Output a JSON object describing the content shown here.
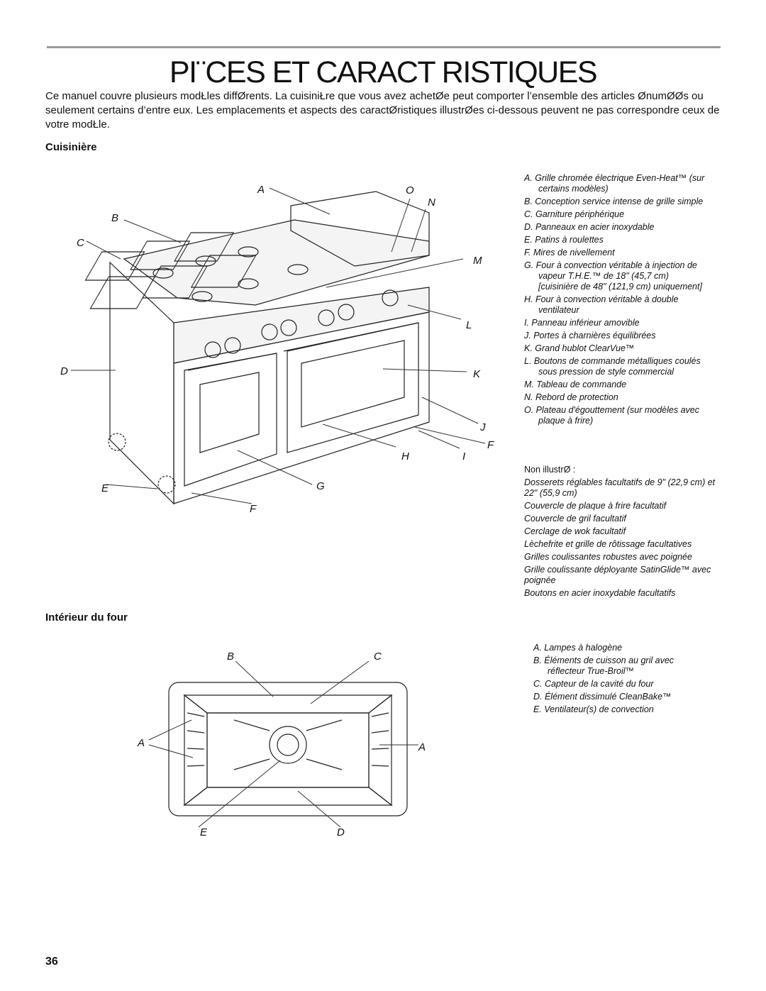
{
  "page": {
    "title": "PI¨CES ET CARACT RISTIQUES",
    "intro": "Ce manuel couvre plusieurs modŁles diffØrents. La cuisiniŁre que vous avez achetØe peut comporter l’ensemble des articles ØnumØØs ou seulement certains d’entre eux. Les emplacements et aspects  des caractØristiques illustrØes ci-dessous peuvent ne pas correspondre   ceux de votre modŁle.",
    "page_number": "36"
  },
  "range": {
    "heading": "Cuisinière",
    "callouts": {
      "A": "A",
      "B": "B",
      "C": "C",
      "D": "D",
      "E": "E",
      "F1": "F",
      "F2": "F",
      "G": "G",
      "H": "H",
      "I": "I",
      "J": "J",
      "K": "K",
      "L": "L",
      "M": "M",
      "N": "N",
      "O": "O"
    },
    "legend": [
      "A. Grille chromée électrique Even-Heat™ (sur certains modèles)",
      "B. Conception service intense de grille simple",
      "C. Garniture périphérique",
      "D. Panneaux en acier inoxydable",
      "E. Patins à roulettes",
      "F. Mires de nivellement",
      "G. Four à convection véritable à injection de vapeur T.H.E.™ de 18\" (45,7 cm) [cuisinière de 48\" (121,9 cm) uniquement]",
      "H. Four à convection véritable à double ventilateur",
      "I. Panneau inférieur amovible",
      "J. Portes à charnières équilibrées",
      "K. Grand hublot ClearVue™",
      "L. Boutons de commande métalliques coulés sous pression de style commercial",
      "M. Tableau de commande",
      "N. Rebord de protection",
      "O. Plateau d'égouttement (sur modèles avec plaque à frire)"
    ],
    "not_shown_label": "Non illustrØ :",
    "not_shown": [
      "Dosserets réglables facultatifs de 9\" (22,9 cm) et 22\" (55,9 cm)",
      "Couvercle de plaque à frire facultatif",
      "Couvercle de gril facultatif",
      "Cerclage de wok facultatif",
      "Lèchefrite et grille de rôtissage facultatives",
      "Grilles coulissantes robustes avec poignée",
      "Grille coulissante déployante SatinGlide™ avec poignée",
      "Boutons en acier inoxydable facultatifs"
    ]
  },
  "oven": {
    "heading": "Intérieur du four",
    "callouts": {
      "B": "B",
      "C": "C",
      "A1": "A",
      "A2": "A",
      "E": "E",
      "D": "D"
    },
    "legend": [
      "A. Lampes à halogène",
      "B. Éléments de cuisson au gril avec réflecteur True-Broil™",
      "C. Capteur de la cavité du four",
      "D. Élément dissimulé CleanBake™",
      "E. Ventilateur(s) de convection"
    ]
  }
}
